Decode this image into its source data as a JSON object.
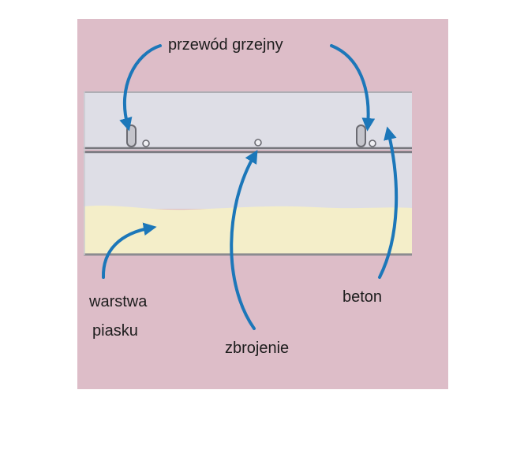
{
  "labels": {
    "heating_cable": "przewód grzejny",
    "sand_layer_line1": "warstwa",
    "sand_layer_line2": "piasku",
    "reinforcement": "zbrojenie",
    "concrete": "beton"
  },
  "colors": {
    "panel_background": "#ddbdc8",
    "concrete": "#dedee6",
    "sand": "#f4eec9",
    "layer_line": "#77777d",
    "arrow": "#1c77b9",
    "text": "#1d1d1d"
  },
  "icons": {
    "arrow": "curved-arrow-icon",
    "cable": "heating-cable-icon",
    "rebar": "rebar-dot-icon"
  }
}
